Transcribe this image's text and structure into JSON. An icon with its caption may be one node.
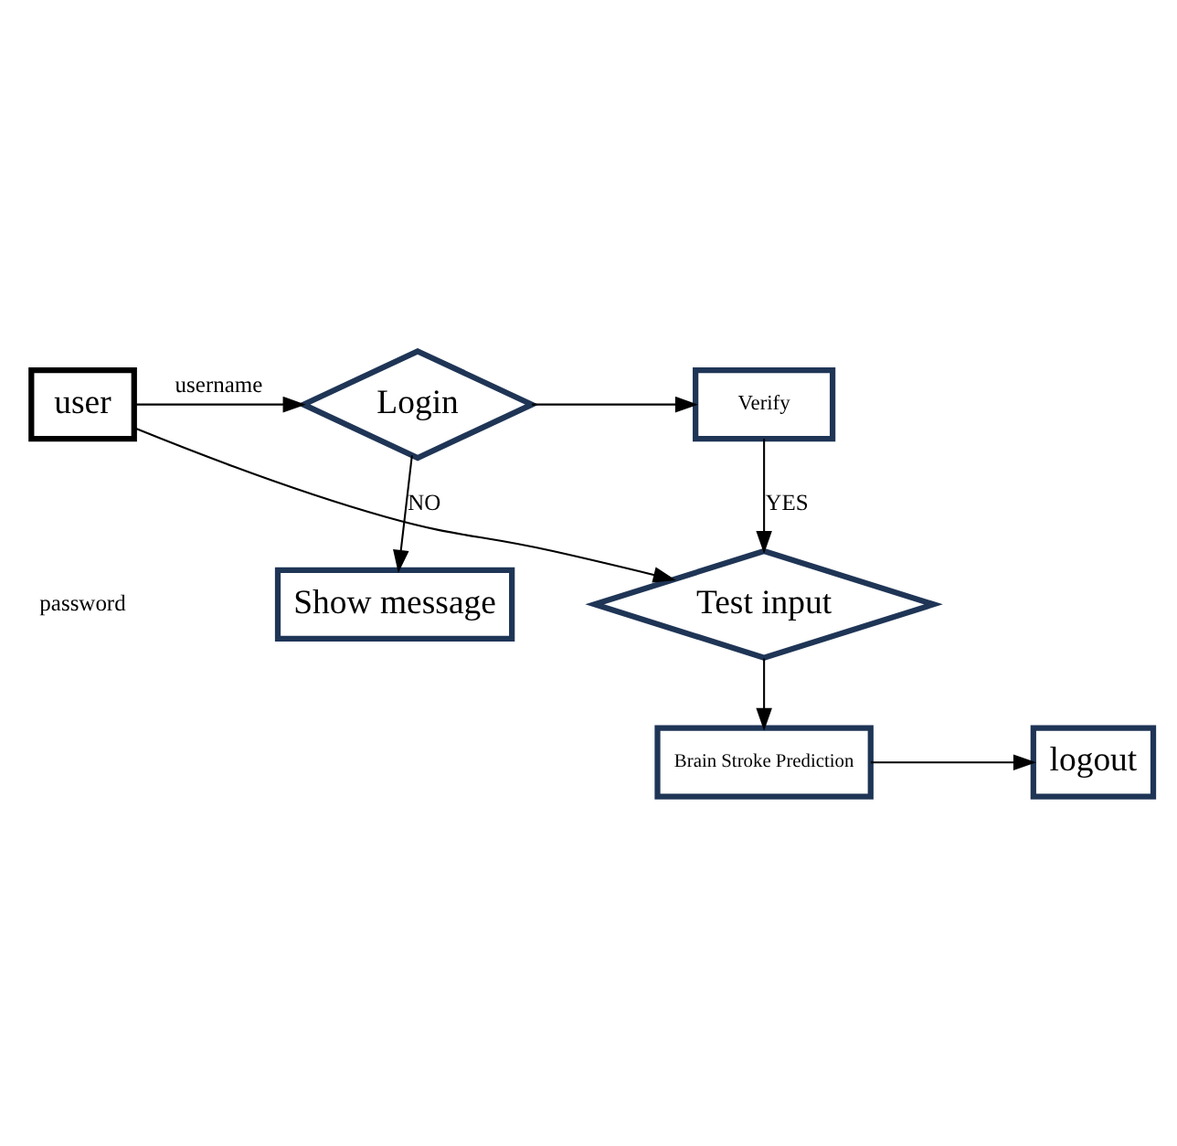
{
  "diagram": {
    "nodes": [
      {
        "text": [
          "user"
        ]
      },
      {
        "text": [
          "Login"
        ]
      },
      {
        "text": [
          "Verify"
        ]
      },
      {
        "text": [
          "Show message"
        ]
      },
      {
        "text": [
          "Test input"
        ]
      },
      {
        "text": [
          "Brain Stroke Prediction"
        ]
      },
      {
        "text": [
          "logout"
        ]
      }
    ],
    "edges": [
      {
        "from": 0,
        "to": 1,
        "arrow": "to",
        "label": "username"
      },
      {
        "from": 1,
        "to": 2,
        "arrow": "to"
      },
      {
        "from": 1,
        "to": 3,
        "arrow": "to",
        "label": "NO"
      },
      {
        "from": 2,
        "to": 4,
        "arrow": "to",
        "label": "YES"
      },
      {
        "from": 0,
        "to": 4,
        "arrow": "to"
      },
      {
        "from": 4,
        "to": 5,
        "arrow": "to"
      },
      {
        "from": 5,
        "to": 6,
        "arrow": "to"
      }
    ],
    "labels": [
      "password"
    ]
  }
}
